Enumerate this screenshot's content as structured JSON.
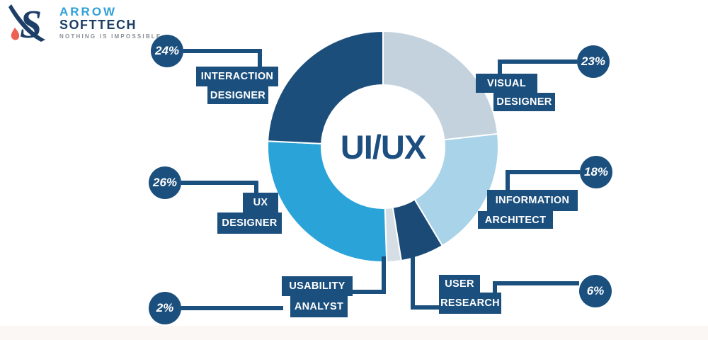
{
  "brand": {
    "line1": "ARROW",
    "line2": "SOFTTECH",
    "tagline": "NOTHING IS IMPOSSIBLE",
    "colors": {
      "blue": "#2d9fd9",
      "navy": "#1d3e66",
      "gray": "#8b9097",
      "droplet": "#ec6152"
    }
  },
  "chart": {
    "center_label": "UI/UX",
    "accent_navy": "#1b4f7d"
  },
  "chart_data": {
    "type": "pie",
    "donut": true,
    "title": "UI/UX",
    "direction": "clockwise",
    "start_at": "top",
    "legend_position": "callouts",
    "segments": [
      {
        "label": "Visual Designer",
        "value": 23,
        "color": "#c3d2dc"
      },
      {
        "label": "Information Architect",
        "value": 18,
        "color": "#a9d3e8"
      },
      {
        "label": "User Research",
        "value": 6,
        "color": "#1b4a77"
      },
      {
        "label": "Usability Analyst",
        "value": 2,
        "color": "#d5dee5"
      },
      {
        "label": "UX Designer",
        "value": 26,
        "color": "#2aa3d8"
      },
      {
        "label": "Interaction Designer",
        "value": 24,
        "color": "#1c4e7c"
      }
    ]
  },
  "callouts": {
    "interaction": {
      "pct": "24%",
      "line1": "INTERACTION",
      "line2": "DESIGNER"
    },
    "visual": {
      "pct": "23%",
      "line1": "VISUAL",
      "line2": "DESIGNER"
    },
    "information": {
      "pct": "18%",
      "line1": "INFORMATION",
      "line2": "ARCHITECT"
    },
    "user_research": {
      "pct": "6%",
      "line1": "USER",
      "line2": "RESEARCH"
    },
    "usability": {
      "pct": "2%",
      "line1": "USABILITY",
      "line2": "ANALYST"
    },
    "ux": {
      "pct": "26%",
      "line1": "UX",
      "line2": "DESIGNER"
    }
  }
}
